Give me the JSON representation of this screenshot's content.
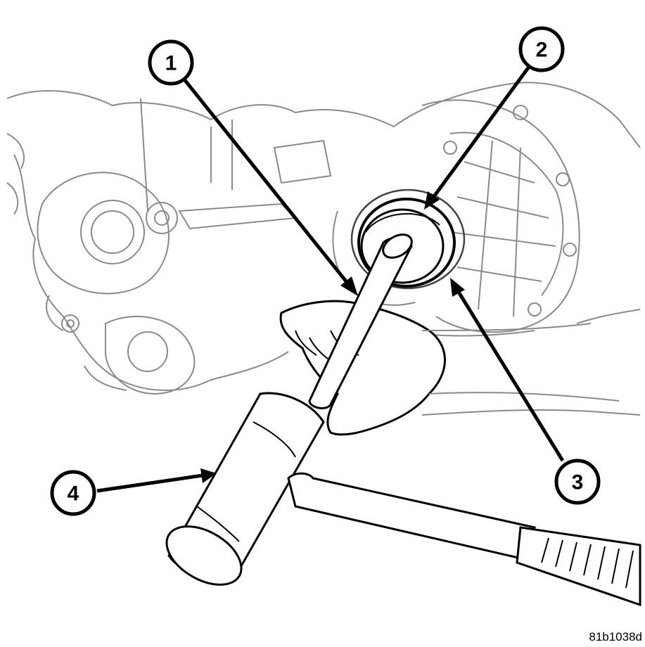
{
  "callouts": [
    {
      "id": "callout-1",
      "label": "1"
    },
    {
      "id": "callout-2",
      "label": "2"
    },
    {
      "id": "callout-3",
      "label": "3"
    },
    {
      "id": "callout-4",
      "label": "4"
    }
  ],
  "figure_id": "81b1038d",
  "colors": {
    "line_art": "#000000",
    "background": "#ffffff",
    "housing_lines": "#8a8a8a"
  }
}
